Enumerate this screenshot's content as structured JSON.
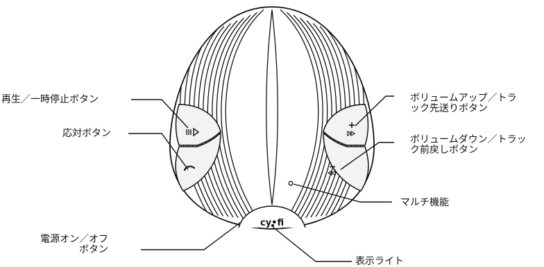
{
  "diagram": {
    "brand_logo": "cy•fi",
    "colors": {
      "ink": "#111111",
      "device_fill": "#ffffff",
      "button_fill": "#f3f3f3"
    },
    "icons": {
      "play_pause": "play-pause-icon",
      "answer": "phone-handset-icon",
      "volume_up": "plus-icon",
      "next_track": "fast-forward-icon",
      "volume_down": "minus-icon",
      "previous_track": "rewind-icon",
      "multi_function": "multi-function-dot-icon",
      "indicator": "indicator-light-icon"
    },
    "callouts": {
      "play_pause": {
        "line1": "再生／一時停止ボタン"
      },
      "answer": {
        "line1": "応対ボタン"
      },
      "power": {
        "line1": "電源オン／オフ",
        "line2": "ボタン"
      },
      "volume_up": {
        "line1": "ボリュームアップ／トラ",
        "line2": "ック先送りボタン"
      },
      "volume_down": {
        "line1": "ボリュームダウン／トラッ",
        "line2": "ク前戻しボタン"
      },
      "multi_function": {
        "line1": "マルチ機能"
      },
      "indicator": {
        "line1": "表示ライト"
      }
    }
  }
}
